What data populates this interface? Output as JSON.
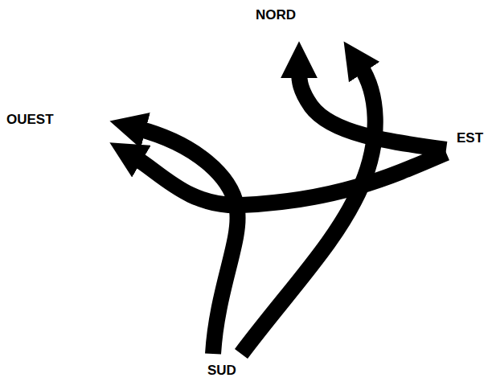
{
  "diagram": {
    "labels": [
      "NORD",
      "OUEST",
      "EST",
      "SUD"
    ]
  }
}
